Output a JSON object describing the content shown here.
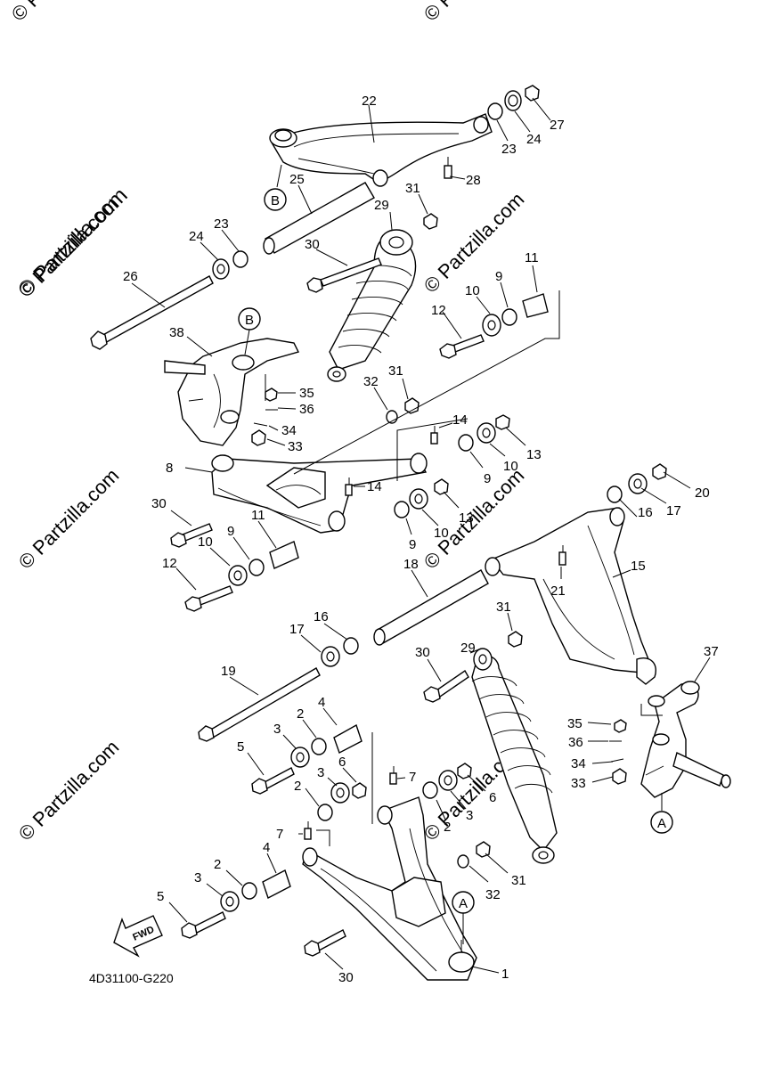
{
  "watermark": "© Partzilla.com",
  "diagram_code": "4D31100-G220",
  "fwd_label": "FWD",
  "ref_marks": {
    "a": "A",
    "b": "B"
  },
  "callouts": {
    "c1": "1",
    "c2": "2",
    "c3": "3",
    "c4": "4",
    "c5": "5",
    "c6": "6",
    "c7": "7",
    "c8": "8",
    "c9": "9",
    "c10": "10",
    "c11": "11",
    "c12": "12",
    "c13": "13",
    "c14": "14",
    "c15": "15",
    "c16": "16",
    "c17": "17",
    "c18": "18",
    "c19": "19",
    "c20": "20",
    "c21": "21",
    "c22": "22",
    "c23": "23",
    "c24": "24",
    "c25": "25",
    "c26": "26",
    "c27": "27",
    "c28": "28",
    "c29": "29",
    "c30": "30",
    "c31": "31",
    "c32": "32",
    "c33": "33",
    "c34": "34",
    "c35": "35",
    "c36": "36",
    "c37": "37",
    "c38": "38"
  }
}
